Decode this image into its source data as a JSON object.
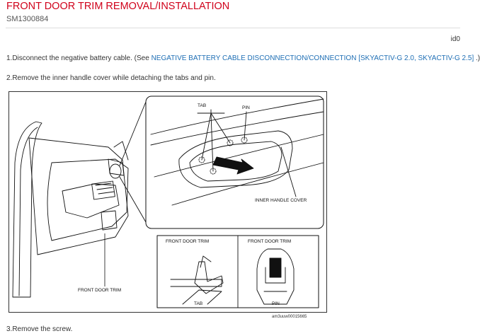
{
  "header": {
    "title": "FRONT DOOR TRIM REMOVAL/INSTALLATION",
    "doc_id": "SM1300884",
    "clipped_id": "id0"
  },
  "steps": {
    "step1": {
      "prefix": "1.Disconnect the negative battery cable. (See ",
      "link": "NEGATIVE BATTERY CABLE DISCONNECTION/CONNECTION [SKYACTIV-G 2.0, SKYACTIV-G 2.5]",
      "suffix": " .)"
    },
    "step2": "2.Remove the inner handle cover while detaching the tabs and pin.",
    "step3": "3.Remove the screw."
  },
  "figure": {
    "labels": {
      "tab": "TAB",
      "pin": "PIN",
      "inner_handle_cover": "INNER HANDLE COVER",
      "front_door_trim_left": "FRONT DOOR TRIM",
      "front_door_trim_detail1": "FRONT DOOR TRIM",
      "front_door_trim_detail2": "FRONT DOOR TRIM",
      "tab_bottom": "TAB",
      "pin_bottom": "PIN"
    },
    "code": "am3uuw00015665"
  }
}
